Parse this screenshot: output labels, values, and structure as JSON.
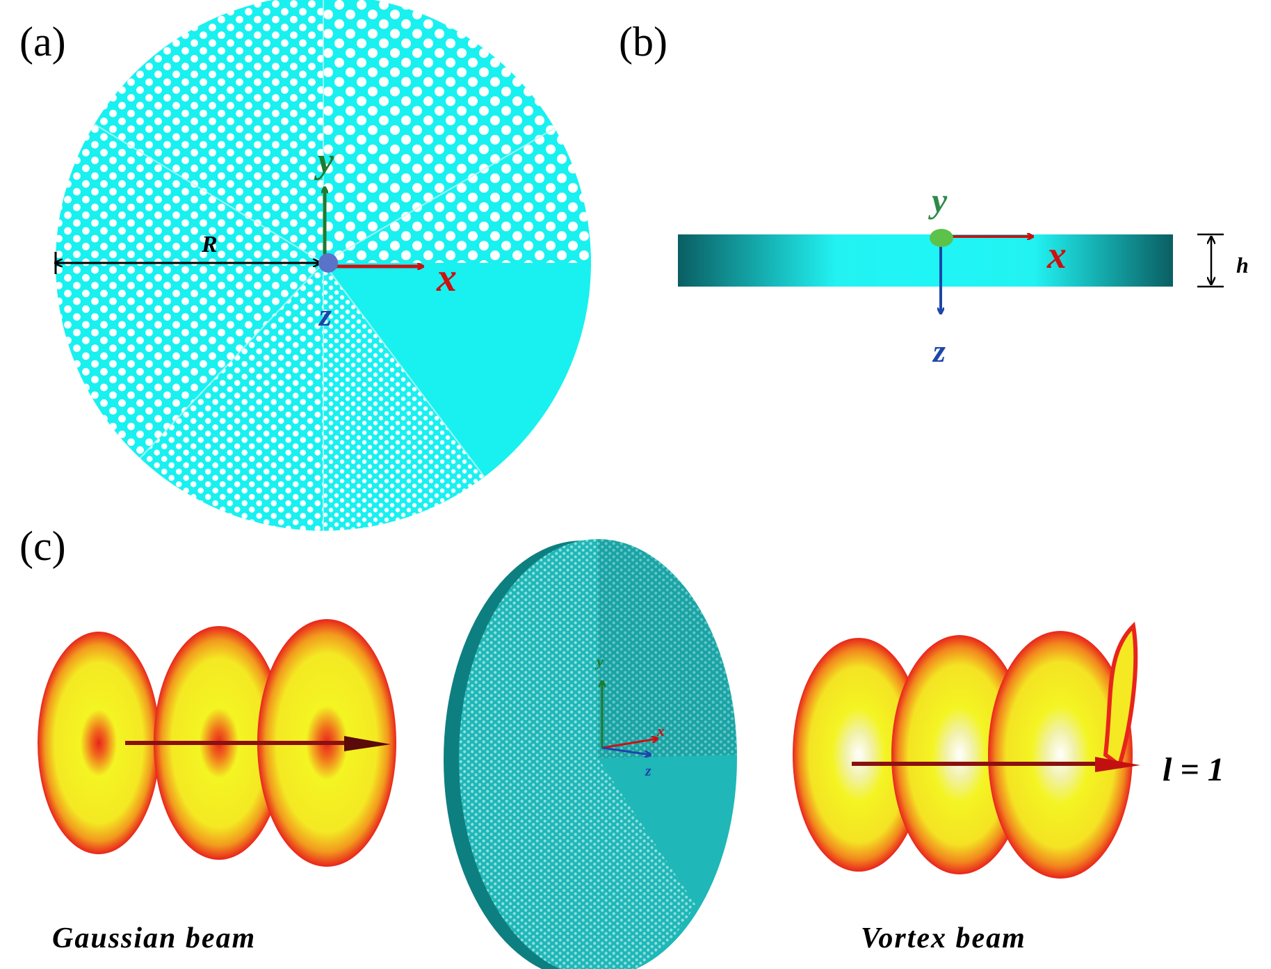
{
  "panels": {
    "a": {
      "label": "(a)",
      "axis_x": "x",
      "axis_y": "y",
      "axis_z": "z",
      "radius_label": "R"
    },
    "b": {
      "label": "(b)",
      "axis_x": "x",
      "axis_y": "y",
      "axis_z": "z",
      "thickness_label": "h"
    },
    "c": {
      "label": "(c)",
      "disk_axis_x": "x",
      "disk_axis_y": "y",
      "disk_axis_z": "z",
      "left_caption": "Gaussian beam",
      "right_caption": "Vortex beam",
      "topological_charge": "l = 1"
    }
  },
  "colors": {
    "metasurface": "#19f0f0",
    "disk_3d": "#1fb7b7",
    "axis_x": "#cc1111",
    "axis_y": "#1f7a2e",
    "axis_z": "#1d46a8",
    "beam_inner": "#f4f423",
    "beam_outer": "#e8241c"
  }
}
